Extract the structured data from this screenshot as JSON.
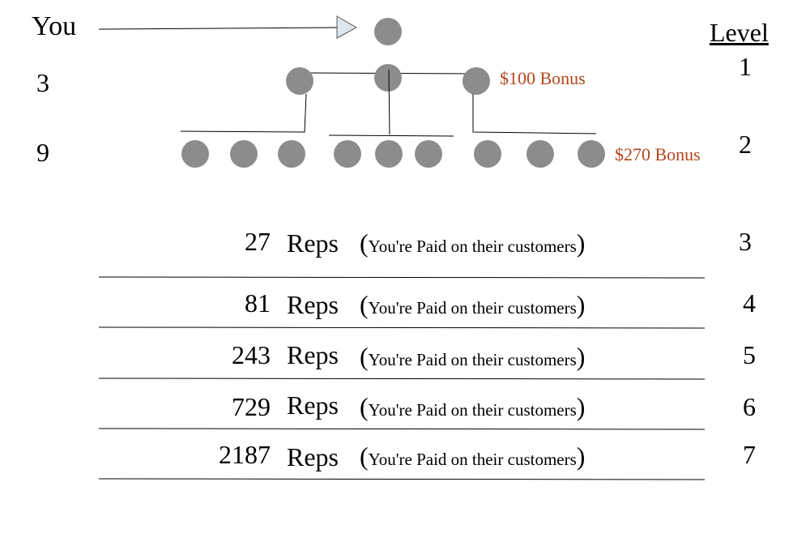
{
  "labels": {
    "you": "You",
    "level_header": "Level",
    "count_1": "3",
    "count_2": "9",
    "bonus_1": "$100 Bonus",
    "bonus_2": "$270 Bonus",
    "level_1": "1",
    "level_2": "2"
  },
  "rows": [
    {
      "count": "27",
      "reps": "Reps",
      "note": "You're Paid on their customers",
      "level": "3"
    },
    {
      "count": "81",
      "reps": "Reps",
      "note": "You're Paid on their customers",
      "level": "4"
    },
    {
      "count": "243",
      "reps": "Reps",
      "note": "You're Paid on their customers",
      "level": "5"
    },
    {
      "count": "729",
      "reps": "Reps",
      "note": "You're Paid on their customers",
      "level": "6"
    },
    {
      "count": "2187",
      "reps": "Reps",
      "note": "You're Paid on their customers",
      "level": "7"
    }
  ],
  "colors": {
    "node": "#8c8c8c",
    "bonus": "#b5451b",
    "arrow_fill": "#dde6ef"
  }
}
